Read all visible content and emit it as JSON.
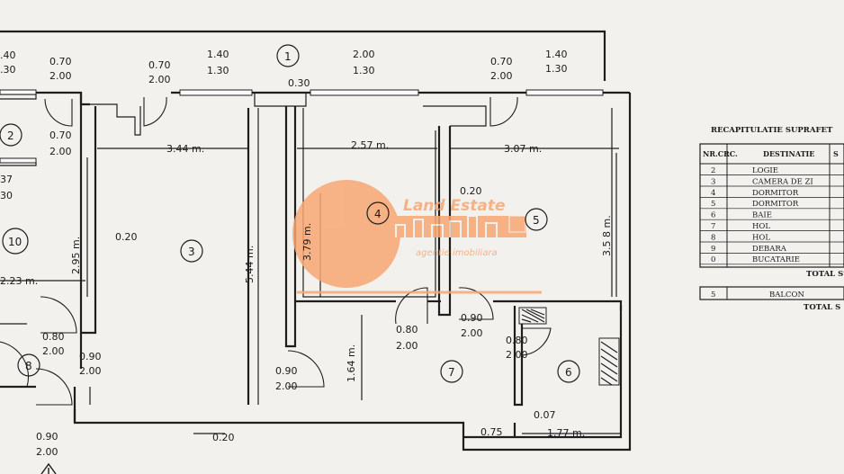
{
  "colors": {
    "paper": "#f3f1ee",
    "ink": "#1e1e1e",
    "logo_orange": "#f7a772"
  },
  "logo": {
    "brand": "Land Estate",
    "tagline": "agentie imobiliara",
    "icon": "key-house-icon"
  },
  "rooms": {
    "r1": "1",
    "r2": "2",
    "r3": "3",
    "r4": "4",
    "r5": "5",
    "r6": "6",
    "r7": "7",
    "r8": "8",
    "r10": "10"
  },
  "dims": {
    "w_top_left_a": ".40",
    "w_top_left_b": ".30",
    "d_070_a1": "0.70",
    "d_070_a2": "2.00",
    "d_070_b1": "0.70",
    "d_070_b2": "2.00",
    "w_140_a1": "1.40",
    "w_140_a2": "1.30",
    "w_200_1": "2.00",
    "w_200_2": "1.30",
    "d_070_c1": "0.70",
    "d_070_c2": "2.00",
    "w_140_b1": "1.40",
    "w_140_b2": "1.30",
    "d_070_d1": "0.70",
    "d_070_d2": "2.00",
    "beam": "0.30",
    "left_37": "37",
    "left_30": "30",
    "len_344": "3.44 m.",
    "len_257": "2.57 m.",
    "len_307": "3.07 m.",
    "h_295": "2.95 m.",
    "t_020a": "0.20",
    "h_544": "5.44 m.",
    "h_379": "3.79 m.",
    "t_020b": "0.20",
    "h_358": "3.5 8 m.",
    "len_223": "2.23 m.",
    "d_080_a1": "0.80",
    "d_080_a2": "2.00",
    "d_090_a1": "0.90",
    "d_090_a2": "2.00",
    "d_090_b1": "0.90",
    "d_090_b2": "2.00",
    "h_164": "1.64 m.",
    "d_080_b1": "0.80",
    "d_080_b2": "2.00",
    "d_090_c1": "0.90",
    "d_090_c2": "2.00",
    "d_080_c1": "0.80",
    "d_080_c2": "2 00",
    "t_007": "0.07",
    "len_075": "0.75",
    "len_177": "1.77 m.",
    "t_020c": "0.20",
    "d_090_d1": "0.90",
    "d_090_d2": "2.00"
  },
  "recap": {
    "title": "RECAPITULATIE SUPRAFET",
    "header_nr": "NR.CRC.",
    "header_dest": "DESTINATIE",
    "header_s": "S",
    "rows": [
      {
        "nr": "2",
        "dest": "LOGIE"
      },
      {
        "nr": "3",
        "dest": "CAMERA DE ZI"
      },
      {
        "nr": "4",
        "dest": "DORMITOR"
      },
      {
        "nr": "5",
        "dest": "DORMITOR"
      },
      {
        "nr": "6",
        "dest": "BAIE"
      },
      {
        "nr": "7",
        "dest": "HOL"
      },
      {
        "nr": "8",
        "dest": "HOL"
      },
      {
        "nr": "9",
        "dest": "DEBARA"
      },
      {
        "nr": "0",
        "dest": "BUCATARIE"
      }
    ],
    "total1": "TOTAL Su",
    "balcony_nr": "5",
    "balcony_dest": "BALCON",
    "total2": "TOTAL S"
  }
}
